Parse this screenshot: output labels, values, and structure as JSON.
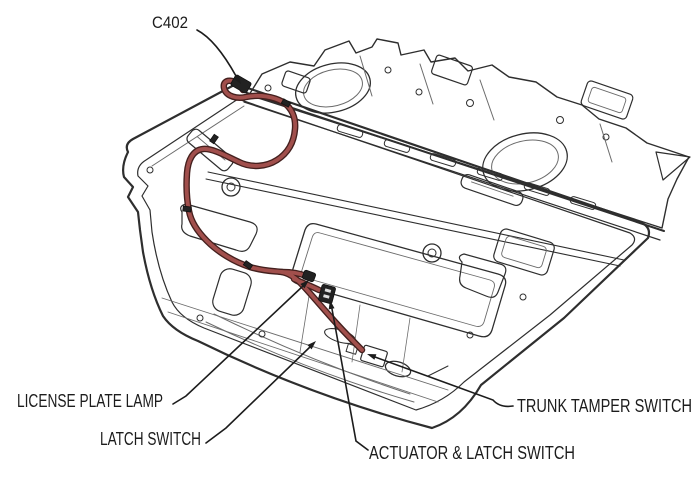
{
  "diagram": {
    "type": "technical-illustration",
    "background_color": "#ffffff",
    "line_color": "#2e2e2e",
    "label_color": "#1c1c1c",
    "harness_color": "#a14f4c",
    "harness_outline_color": "#44201e",
    "callouts": {
      "c402": "C402",
      "license_plate_lamp": "LICENSE PLATE LAMP",
      "latch_switch": "LATCH SWITCH",
      "actuator_latch_switch": "ACTUATOR & LATCH SWITCH",
      "trunk_tamper_switch": "TRUNK TAMPER SWITCH"
    }
  }
}
